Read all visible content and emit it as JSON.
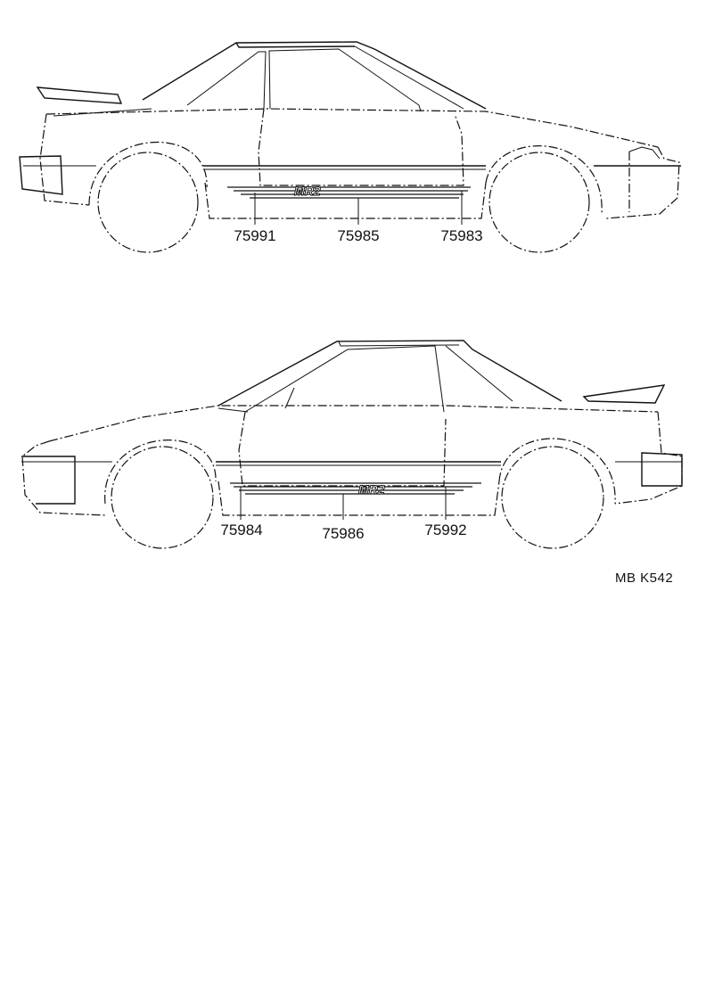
{
  "diagram_code": "MB  K542",
  "decal_logo": "MR2",
  "top_view": {
    "labels": [
      "75991",
      "75985",
      "75983"
    ]
  },
  "bottom_view": {
    "labels": [
      "75984",
      "75986",
      "75992"
    ]
  }
}
